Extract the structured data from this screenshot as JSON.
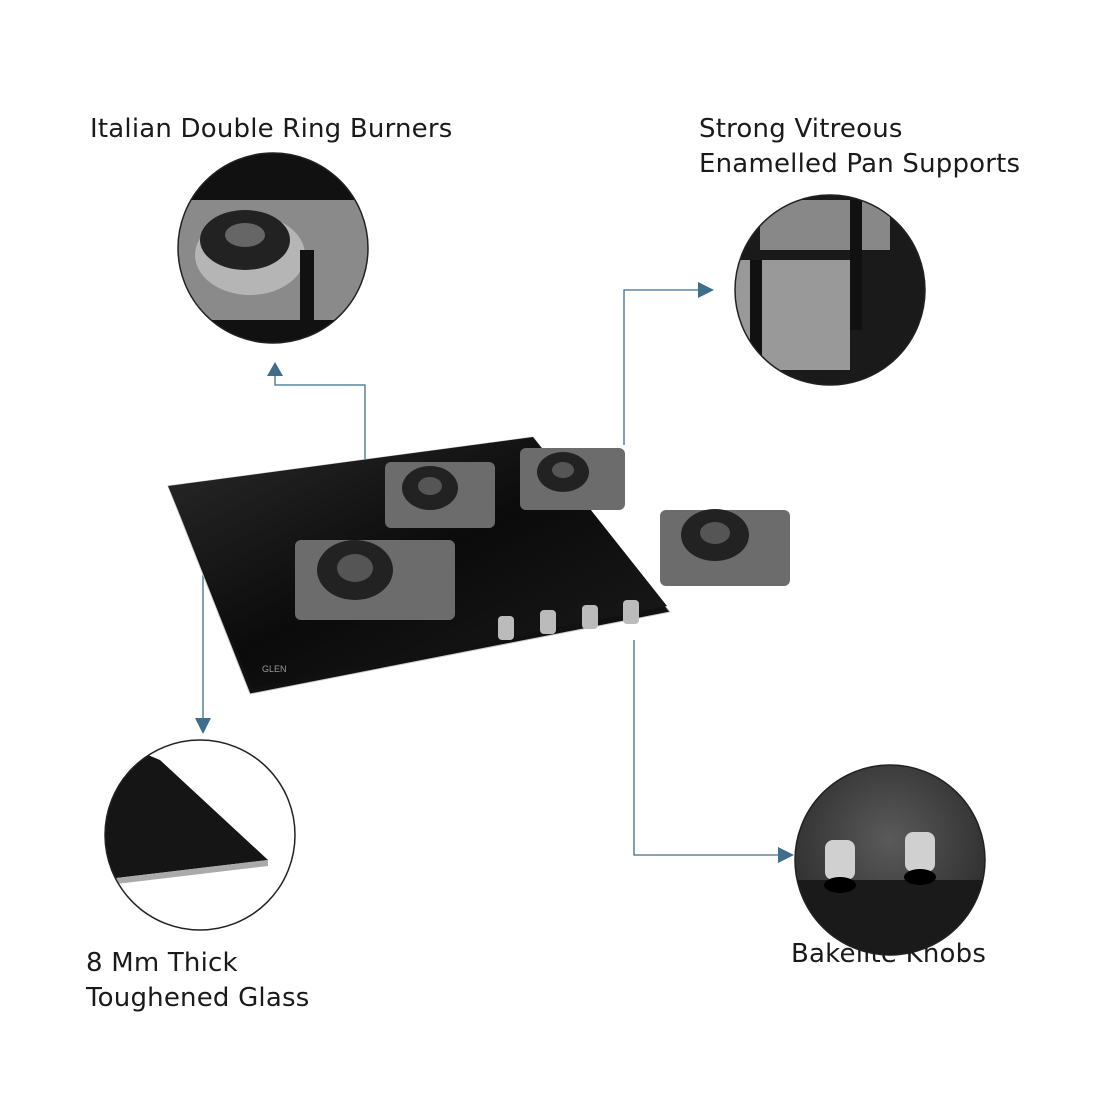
{
  "features": {
    "burners": {
      "label": "Italian Double Ring Burners"
    },
    "pan_supports": {
      "line1": "Strong Vitreous",
      "line2": "Enamelled Pan Supports"
    },
    "glass": {
      "line1": "8 Mm Thick",
      "line2": "Toughened Glass"
    },
    "knobs": {
      "label": "Bakelite Knobs"
    }
  },
  "product": {
    "brand_mark": "GLEN"
  },
  "colors": {
    "callout": "#3d6e8e",
    "glass": "#0d0d0d"
  }
}
